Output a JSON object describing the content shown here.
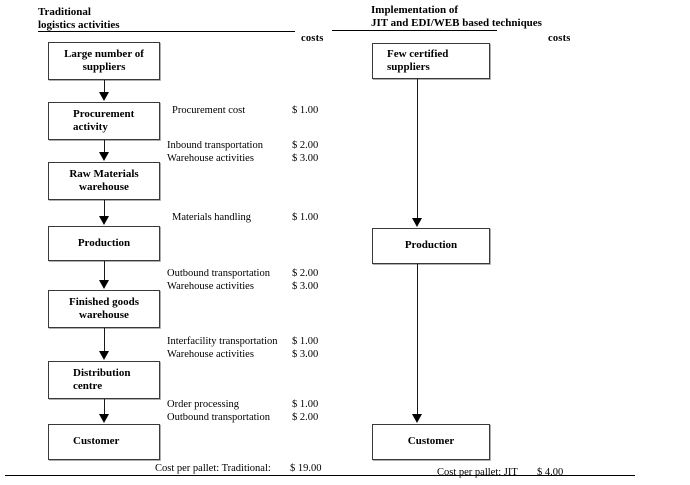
{
  "columns": {
    "left": {
      "header": "Traditional\nlogistics activities",
      "costs_header": "costs",
      "boxes": [
        {
          "label": "Large number of\nsuppliers"
        },
        {
          "label": "Procurement\nactivity"
        },
        {
          "label": "Raw Materials\nwarehouse"
        },
        {
          "label": "Production"
        },
        {
          "label": "Finished goods\nwarehouse"
        },
        {
          "label": "Distribution\ncentre"
        },
        {
          "label": "Customer"
        }
      ],
      "cost_rows": [
        {
          "desc": "Procurement cost",
          "value": "$ 1.00"
        },
        {
          "desc": "Inbound transportation\nWarehouse activities",
          "value": "$ 2.00\n$ 3.00"
        },
        {
          "desc": "Materials handling",
          "value": "$ 1.00"
        },
        {
          "desc": "Outbound transportation\nWarehouse activities",
          "value": "$ 2.00\n$ 3.00"
        },
        {
          "desc": "Interfacility transportation\nWarehouse activities",
          "value": "$ 1.00\n$ 3.00"
        },
        {
          "desc": "Order processing\nOutbound transportation",
          "value": "$ 1.00\n$ 2.00"
        }
      ],
      "total_label": "Cost per pallet: Traditional:",
      "total_value": "$ 19.00"
    },
    "right": {
      "header": "Implementation of\nJIT and EDI/WEB based techniques",
      "costs_header": "costs",
      "boxes": [
        {
          "label": "Few certified\nsuppliers"
        },
        {
          "label": "Production"
        },
        {
          "label": "Customer"
        }
      ],
      "total_label": "Cost per pallet: JIT",
      "total_value": "$ 4.00"
    }
  },
  "colors": {
    "ink": "#000000",
    "box_border": "#3a3a3a",
    "box_shadow": "#9a9a9a",
    "page_background": "#ffffff"
  }
}
